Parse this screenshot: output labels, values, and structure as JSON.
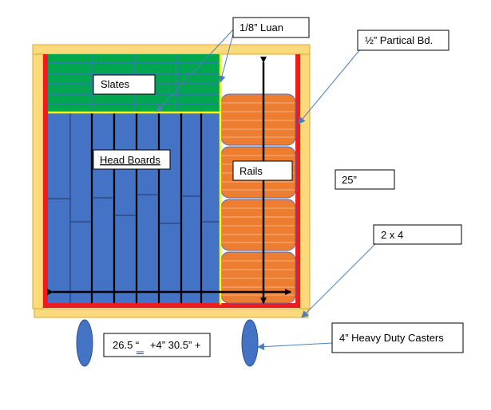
{
  "labels": {
    "luan": "1/8” Luan",
    "particle_board": "½” Partical Bd.",
    "slates": "Slates",
    "head_boards": "Head Boards",
    "rails": "Rails",
    "height": "25”",
    "two_by_four": "2 x 4",
    "casters": "4” Heavy Duty Casters",
    "width_a": "26.5 “",
    "width_b": "+4”  30.5” +"
  },
  "colors": {
    "frame": "#fcd97a",
    "frame_stroke": "#d6a83a",
    "board": "#ee1c1c",
    "slates": "#00a550",
    "head_boards": "#4472c4",
    "rails": "#ed7d31",
    "highlight": "#ffff00",
    "callout": "#4a7ebb",
    "caster": "#4472c4"
  }
}
